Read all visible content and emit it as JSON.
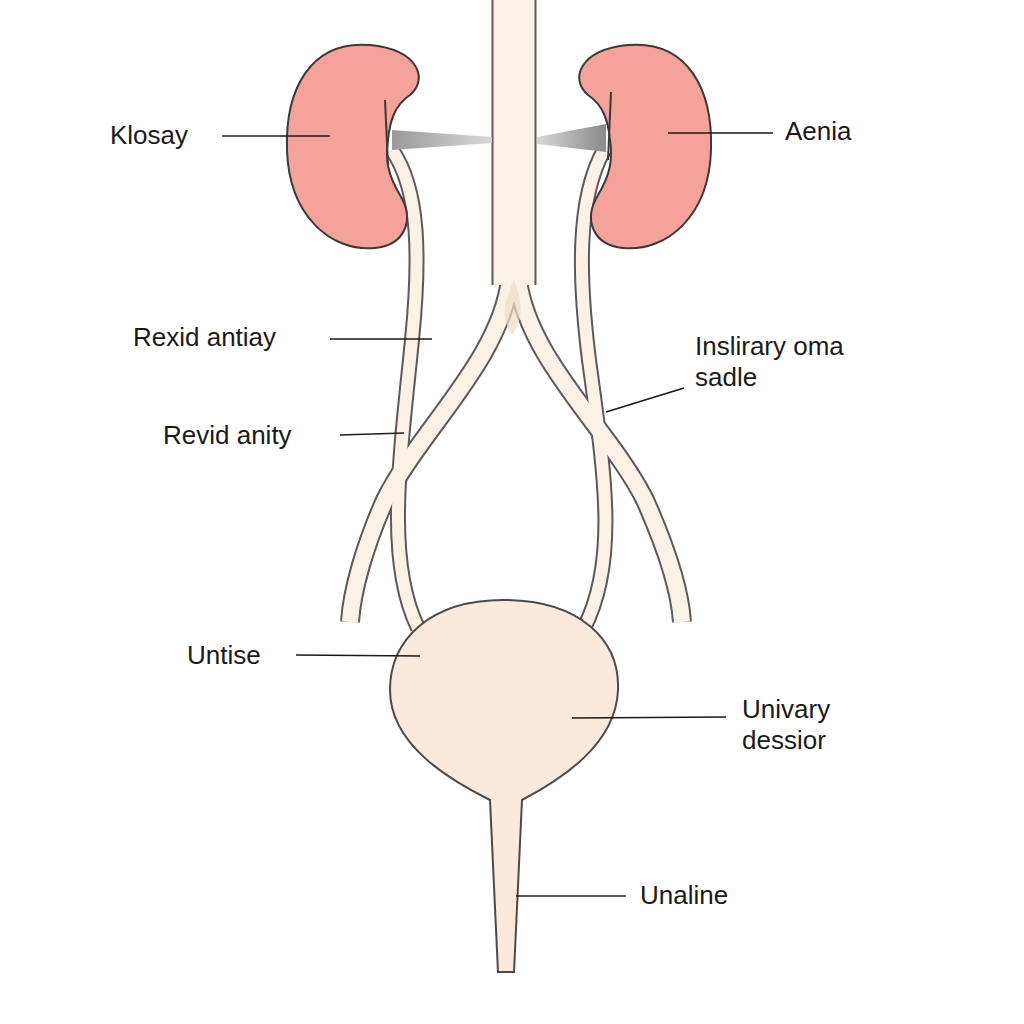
{
  "diagram": {
    "labels": [
      "Klosay",
      "Aenia",
      "Rexid antiay",
      "Revid anity",
      "Inslirary oma sadle",
      "Untise",
      "Univary dessior",
      "Unaline"
    ]
  }
}
